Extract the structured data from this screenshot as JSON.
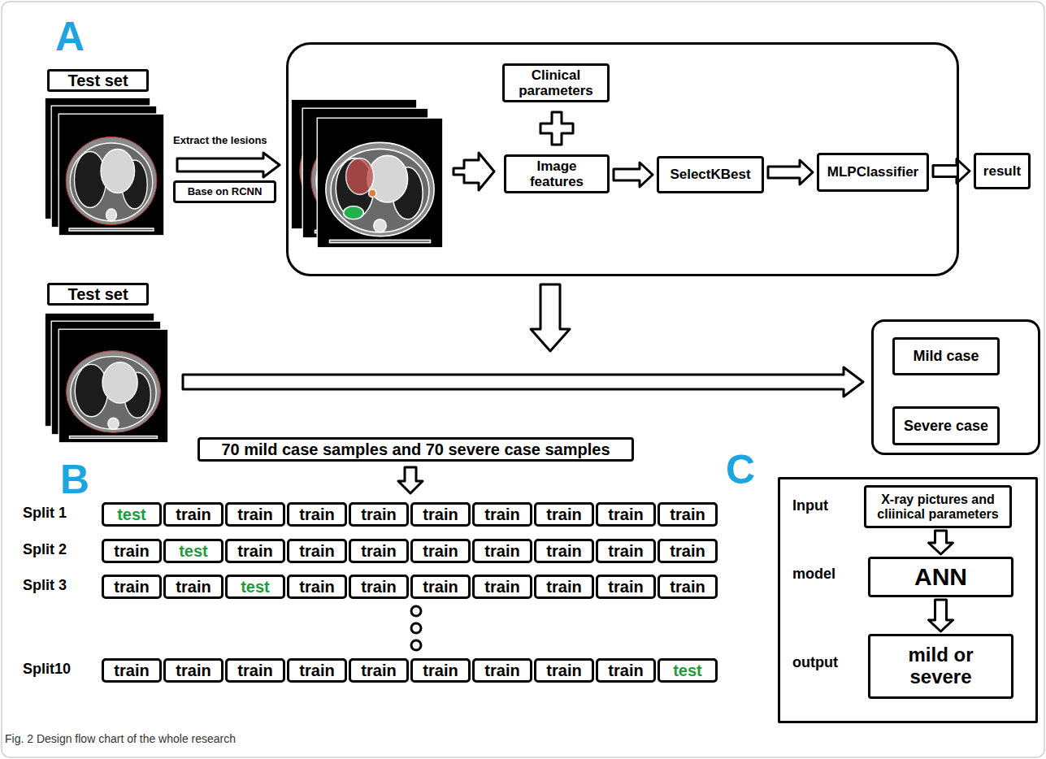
{
  "diagram": {
    "caption": "Fig. 2 Design flow chart of the whole research",
    "nodes": [
      {
        "text": [
          "Test set"
        ]
      },
      {
        "text": [
          "Base on RCNN"
        ]
      },
      {
        "text": []
      },
      {
        "text": [
          "Clinical parameters"
        ],
        "in": 2
      },
      {
        "text": [
          "Image features"
        ],
        "in": 2
      },
      {
        "text": [
          "SelectKBest"
        ],
        "in": 2
      },
      {
        "text": [
          "MLPClassifier"
        ],
        "in": 2
      },
      {
        "text": [
          "result"
        ]
      },
      {
        "text": [
          "Test set"
        ]
      },
      {
        "text": []
      },
      {
        "text": [
          "Mild case"
        ],
        "in": 9
      },
      {
        "text": [
          "Severe case"
        ],
        "in": 9
      },
      {
        "text": [
          "70 mild case samples and 70 severe case samples"
        ]
      },
      {
        "text": [
          "test"
        ]
      },
      {
        "text": [
          "train"
        ]
      },
      {
        "text": [
          "train"
        ]
      },
      {
        "text": [
          "train"
        ]
      },
      {
        "text": [
          "train"
        ]
      },
      {
        "text": [
          "train"
        ]
      },
      {
        "text": [
          "train"
        ]
      },
      {
        "text": [
          "train"
        ]
      },
      {
        "text": [
          "train"
        ]
      },
      {
        "text": [
          "train"
        ]
      },
      {
        "text": [
          "train"
        ]
      },
      {
        "text": [
          "test"
        ]
      },
      {
        "text": [
          "train"
        ]
      },
      {
        "text": [
          "train"
        ]
      },
      {
        "text": [
          "train"
        ]
      },
      {
        "text": [
          "train"
        ]
      },
      {
        "text": [
          "train"
        ]
      },
      {
        "text": [
          "train"
        ]
      },
      {
        "text": [
          "train"
        ]
      },
      {
        "text": [
          "train"
        ]
      },
      {
        "text": [
          "train"
        ]
      },
      {
        "text": [
          "train"
        ]
      },
      {
        "text": [
          "test"
        ]
      },
      {
        "text": [
          "train"
        ]
      },
      {
        "text": [
          "train"
        ]
      },
      {
        "text": [
          "train"
        ]
      },
      {
        "text": [
          "train"
        ]
      },
      {
        "text": [
          "train"
        ]
      },
      {
        "text": [
          "train"
        ]
      },
      {
        "text": [
          "train"
        ]
      },
      {
        "text": [
          "train"
        ]
      },
      {
        "text": [
          "train"
        ]
      },
      {
        "text": [
          "train"
        ]
      },
      {
        "text": [
          "train"
        ]
      },
      {
        "text": [
          "train"
        ]
      },
      {
        "text": [
          "train"
        ]
      },
      {
        "text": [
          "train"
        ]
      },
      {
        "text": [
          "train"
        ]
      },
      {
        "text": [
          "train"
        ]
      },
      {
        "text": [
          "test"
        ]
      },
      {
        "text": []
      },
      {
        "text": [
          "X-ray pictures and cliinical parameters"
        ],
        "in": 53
      },
      {
        "text": [
          "ANN"
        ],
        "in": 53
      },
      {
        "text": [
          "mild or severe"
        ],
        "in": 53
      }
    ],
    "edges": [
      {
        "from": 0,
        "to": 2,
        "arrow": "to"
      },
      {
        "from": 4,
        "to": 5,
        "arrow": "to"
      },
      {
        "from": 5,
        "to": 6,
        "arrow": "to"
      },
      {
        "from": 6,
        "to": 7,
        "arrow": "to"
      },
      {
        "from": 8,
        "to": 9,
        "arrow": "to"
      },
      {
        "from": 54,
        "to": 55,
        "arrow": "to"
      },
      {
        "from": 55,
        "to": 56,
        "arrow": "to"
      }
    ],
    "labels": [
      "A",
      "Extract the lesions",
      "B",
      "C",
      "Split 1",
      "Split 2",
      "Split 3",
      "Split10",
      "Input",
      "model",
      "output"
    ]
  }
}
